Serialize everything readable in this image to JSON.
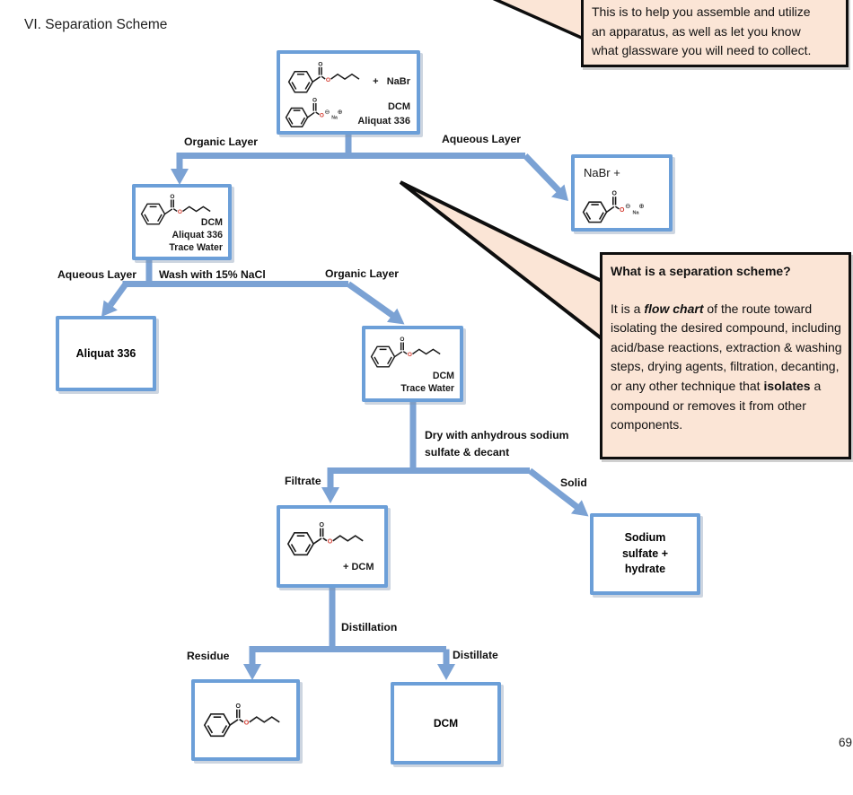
{
  "page": {
    "title": "VI. Separation Scheme",
    "page_number": "69"
  },
  "callout_top": {
    "text": "This is to help you assemble and utilize\nan apparatus, as well as let you know\nwhat glassware you will need to collect."
  },
  "callout_side": {
    "heading": "What is a separation scheme?",
    "body_pre": "It is a ",
    "body_flow_chart": "flow chart",
    "body_mid": " of the route toward isolating the desired compound, including acid/base reactions, extraction & washing steps, drying agents, filtration, decanting, or any other technique that ",
    "body_isolates": "isolates",
    "body_post": " a compound or removes it from other components."
  },
  "labels": {
    "organic_layer_1": "Organic Layer",
    "aqueous_layer_1": "Aqueous Layer",
    "aqueous_layer_2": "Aqueous Layer",
    "wash_nacl": "Wash with 15% NaCl",
    "organic_layer_2": "Organic Layer",
    "dry": "Dry with anhydrous sodium\nsulfate & decant",
    "filtrate": "Filtrate",
    "solid": "Solid",
    "distillation": "Distillation",
    "residue": "Residue",
    "distillate": "Distillate"
  },
  "boxes": {
    "start": {
      "plus_nabr": "+   NaBr",
      "solvents": "DCM\nAliquat 336"
    },
    "aqueous1": {
      "title": "NaBr +"
    },
    "organic1": {
      "solvents": "DCM\nAliquat 336\nTrace Water"
    },
    "aliquat": {
      "label": "Aliquat 336"
    },
    "organic2": {
      "solvents": "DCM\nTrace Water"
    },
    "filtrate_box": {
      "label": "+ DCM"
    },
    "solid_box": {
      "label": "Sodium\nsulfate +\nhydrate"
    },
    "distillate_box": {
      "label": "DCM"
    }
  },
  "molecule": {
    "carbonyl_o": "O",
    "ester_o": "O",
    "minus": "⊖",
    "na": "Na",
    "plus": "⊕"
  },
  "colors": {
    "connector_blue": "#7BA2D4",
    "box_border_blue": "#6C9FD8",
    "callout_fill": "#FBE5D6",
    "callout_border": "#0e0e0e",
    "atom_red": "#D43A2F"
  }
}
